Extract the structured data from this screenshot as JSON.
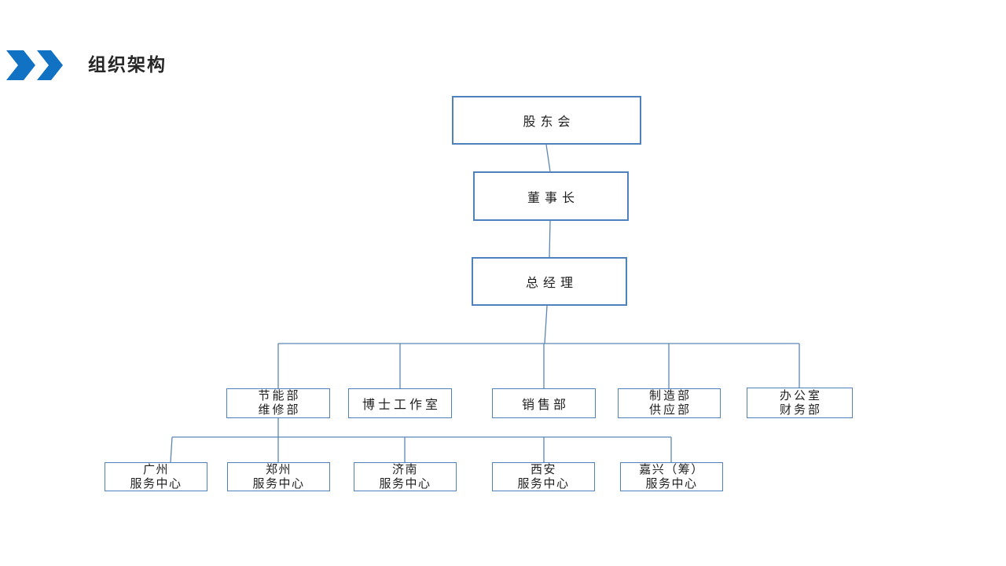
{
  "header": {
    "title": "组织架构"
  },
  "icons": {
    "title_marker": "double-chevron-right"
  },
  "colors": {
    "accent_blue": "#1172C3",
    "box_border": "#4F81BD",
    "connector_line": "#5B87B5",
    "title_text": "#262626",
    "background": "#FFFFFF"
  },
  "org_chart": {
    "root": {
      "label": "股东会"
    },
    "chairman": {
      "label": "董事长"
    },
    "general_manager": {
      "label": "总经理"
    },
    "departments": [
      {
        "line1": "节能部",
        "line2": "维修部"
      },
      {
        "line1": "博士工作室"
      },
      {
        "line1": "销售部"
      },
      {
        "line1": "制造部",
        "line2": "供应部"
      },
      {
        "line1": "办公室",
        "line2": "财务部"
      }
    ],
    "service_centers": [
      {
        "line1": "广州",
        "line2": "服务中心"
      },
      {
        "line1": "郑州",
        "line2": "服务中心"
      },
      {
        "line1": "济南",
        "line2": "服务中心"
      },
      {
        "line1": "西安",
        "line2": "服务中心"
      },
      {
        "line1": "嘉兴（筹）",
        "line2": "服务中心"
      }
    ]
  }
}
